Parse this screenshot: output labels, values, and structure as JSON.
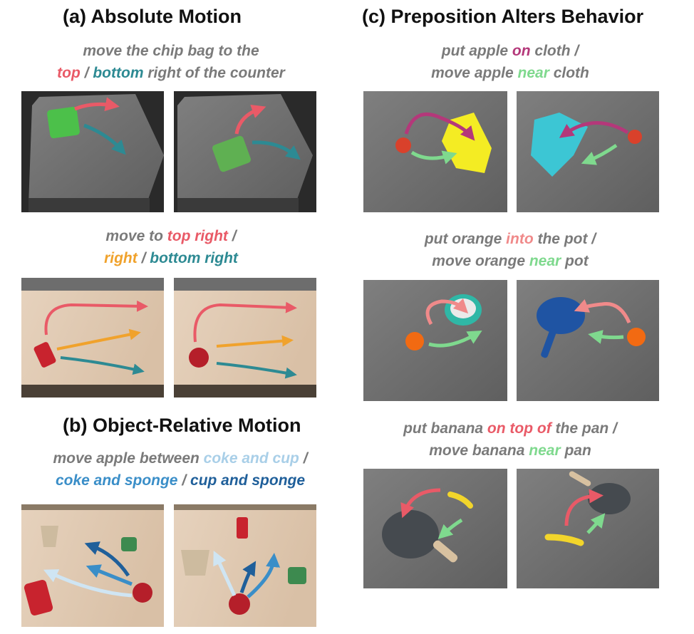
{
  "section_a": {
    "title": "(a) Absolute Motion",
    "caption1": {
      "l1": "move the chip bag to the",
      "l2_top": "top",
      "l2_sep": " / ",
      "l2_bottom": "bottom",
      "l2_rest": " right of the counter"
    },
    "caption2": {
      "l1_pre": "move to ",
      "l1_topright": "top right",
      "l1_post": " /",
      "l2_right": "right",
      "l2_sep": " / ",
      "l2_bottomright": "bottom right"
    }
  },
  "section_b": {
    "title": "(b) Object-Relative Motion",
    "caption": {
      "l1_pre": "move apple between ",
      "l1_cokecup": "coke and cup",
      "l1_post": " /",
      "l2_cokesponge": "coke and sponge",
      "l2_sep": " / ",
      "l2_cupsponge": "cup and sponge"
    }
  },
  "section_c": {
    "title": "(c) Preposition Alters Behavior",
    "caption1": {
      "l1_pre": "put apple ",
      "l1_on": "on",
      "l1_post": " cloth /",
      "l2_pre": "move apple ",
      "l2_near": "near",
      "l2_post": " cloth"
    },
    "caption2": {
      "l1_pre": "put orange ",
      "l1_into": "into",
      "l1_post": " the pot /",
      "l2_pre": "move orange ",
      "l2_near": "near",
      "l2_post": " pot"
    },
    "caption3": {
      "l1_pre": "put banana ",
      "l1_ontopof": "on top of",
      "l1_post": " the pan /",
      "l2_pre": "move banana ",
      "l2_near": "near",
      "l2_post": " pan"
    }
  },
  "colors": {
    "red": "#e95a67",
    "teal": "#2d8a93",
    "orange": "#f0a22c",
    "light_blue": "#a9cfe8",
    "mid_blue": "#3a8ec8",
    "dark_blue": "#1f5f9a",
    "magenta": "#b4387a",
    "green": "#7fd98e",
    "gray_text": "#7a7a7a"
  }
}
